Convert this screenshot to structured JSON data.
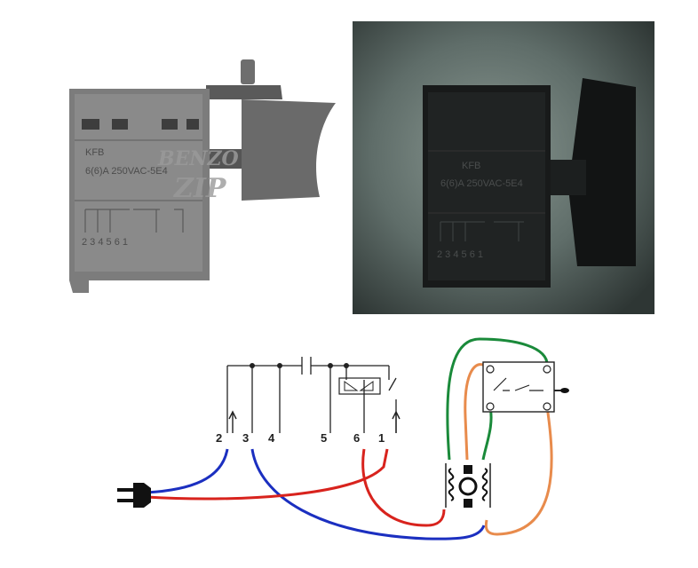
{
  "photo_left": {
    "markings": {
      "brand": "KFB",
      "rating": "6(6)A 250VAC-5E4",
      "terminals": "2 3 4 5 6 1"
    },
    "watermark": [
      "BENZO",
      "ZIP"
    ]
  },
  "photo_right": {
    "markings": {
      "brand": "KFB",
      "rating": "6(6)A 250VAC-5E4",
      "terminals": "2 3 4 5 6 1"
    }
  },
  "schematic": {
    "terminal_labels": [
      "2",
      "3",
      "4",
      "5",
      "6",
      "1"
    ],
    "wire_colors": {
      "blue": "#1b2fc0",
      "red": "#d8231d",
      "green": "#1a8a3a",
      "orange": "#e88b4c",
      "black": "#111111"
    }
  }
}
